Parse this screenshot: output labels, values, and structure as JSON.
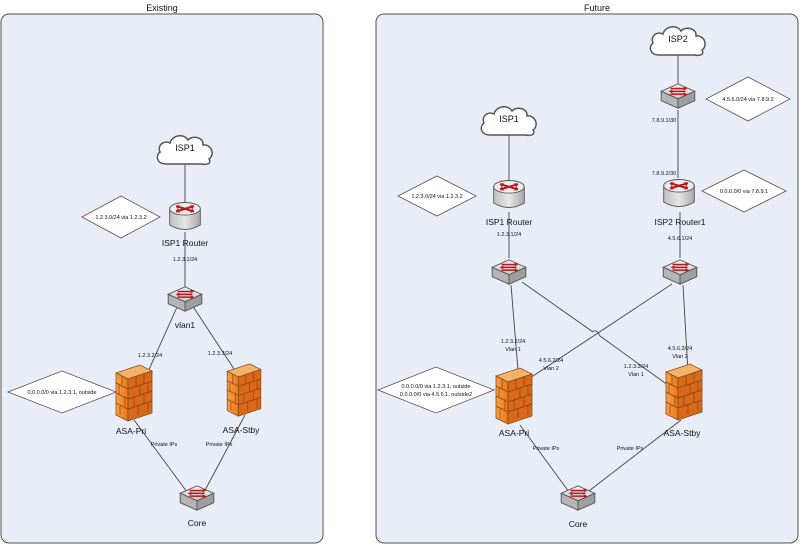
{
  "panels": {
    "existing": {
      "title": "Existing",
      "isp1": "ISP1",
      "isp1_router": "ISP1 Router",
      "route_note": "1.2.3.0/24 via 1.2.3.2",
      "router_ip": "1.2.3.1/24",
      "switch_label": "vlan1",
      "pri_ip": "1.2.3.2/24",
      "stby_ip": "1.2.3.3/24",
      "default_route": "0.0.0.0/0 via 1.2.3.1, outside",
      "asa_pri": "ASA-Pri",
      "asa_stby": "ASA-Stby",
      "private_ips_pri": "Private IPs",
      "private_ips_stby": "Private IPs",
      "core": "Core"
    },
    "future": {
      "title": "Future",
      "isp1": "ISP1",
      "isp2": "ISP2",
      "isp2_route": "4.5.6.0/24 via 7.8.9.2",
      "isp2_link_top": "7.8.9.1/30",
      "isp2_link_bottom": "7.8.9.2/30",
      "isp2_default": "0.0.0.0/0 via 7.8.9.1",
      "isp1_route": "1.2.3.0/24 via 1.2.3.2",
      "isp1_router": "ISP1 Router",
      "isp2_router": "ISP2 Router1",
      "isp1_router_ip": "1.2.3.1/24",
      "isp2_router_ip": "4.5.6.1/24",
      "pri_vlan1_ip": "1.2.3.2/24",
      "pri_vlan1": "Vlan 1",
      "pri_vlan2_ip": "4.5.6.2/24",
      "pri_vlan2": "Vlan 2",
      "stby_vlan1_ip": "1.2.3.3/24",
      "stby_vlan1": "Vlan 1",
      "stby_vlan2_ip": "4.5.6.3/24",
      "stby_vlan2": "Vlan 2",
      "default_route_1": "0.0.0.0/0 via 1.2.3.1, outside",
      "default_route_2": "0.0.0.0/0 via 4.5.6.1, outside2",
      "asa_pri": "ASA-Pri",
      "asa_stby": "ASA-Stby",
      "private_ips_pri": "Private IPs",
      "private_ips_stby": "Private IPs",
      "core": "Core"
    }
  },
  "colors": {
    "panel_fill": "#e8edf7",
    "panel_stroke": "#505050",
    "cloud_fill": "#ffffff",
    "cloud_stroke": "#555555",
    "firewall_orange": "#f28c28",
    "firewall_dark": "#b8520d",
    "router_fill": "#d9d9d9",
    "arrow_red": "#c0141a"
  },
  "icons": {
    "cloud": "cloud-icon",
    "router": "router-icon",
    "switch": "switch-icon",
    "firewall": "firewall-icon"
  }
}
